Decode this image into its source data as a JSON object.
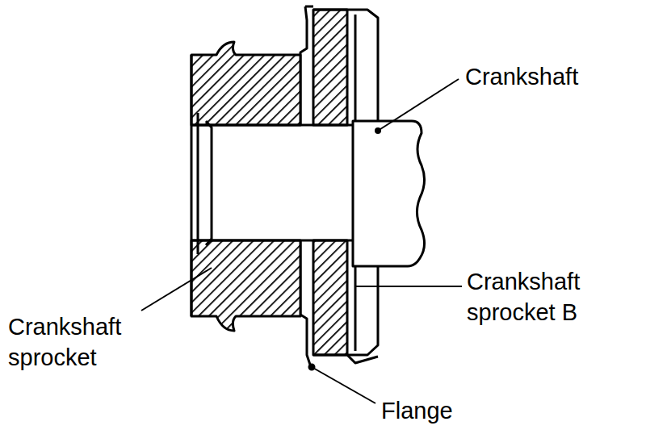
{
  "diagram": {
    "labels": [
      "Crankshaft",
      "Crankshaft sprocket B",
      "Crankshaft sprocket",
      "Flange"
    ]
  }
}
